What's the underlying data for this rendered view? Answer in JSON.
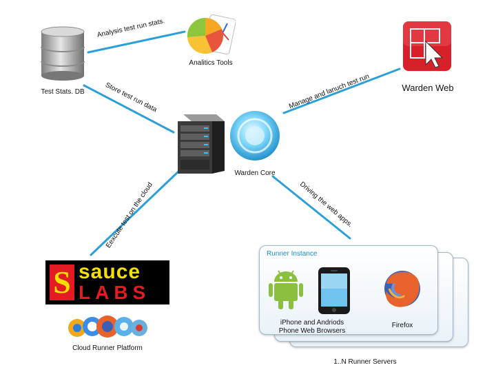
{
  "nodes": {
    "db": "Test Stats. DB",
    "analytics": "Analitics Tools",
    "warden_web": "Warden Web",
    "warden_core": "Warden Core",
    "sauce_top": "sauce",
    "sauce_bottom": "LABS",
    "cloud_platform": "Cloud Runner Platform",
    "runner_servers": "1..N Runner Servers"
  },
  "edges": {
    "analysis": "Analysis test run stats.",
    "store": "Store test run data",
    "manage": "Manage and lanuch test run",
    "execute": "Eexcute test on the cloud",
    "driving": "Driving the web apps."
  },
  "runner": {
    "title": "Runner Instance",
    "phones_line1": "iPhone and Andriods",
    "phones_line2": "Phone Web Browsers",
    "firefox": "Firefox"
  },
  "icons": [
    "database-icon",
    "pie-chart-icon",
    "cursor-icon",
    "server-icon",
    "core-orb-icon",
    "android-icon",
    "iphone-icon",
    "firefox-icon",
    "browsers-icon"
  ],
  "colors": {
    "line": "#2a9fd8",
    "warden_web_red": "#d8202a",
    "sauce_yellow": "#f3e000",
    "sauce_red": "#e31b23",
    "runner_title": "#1a8fd0"
  }
}
